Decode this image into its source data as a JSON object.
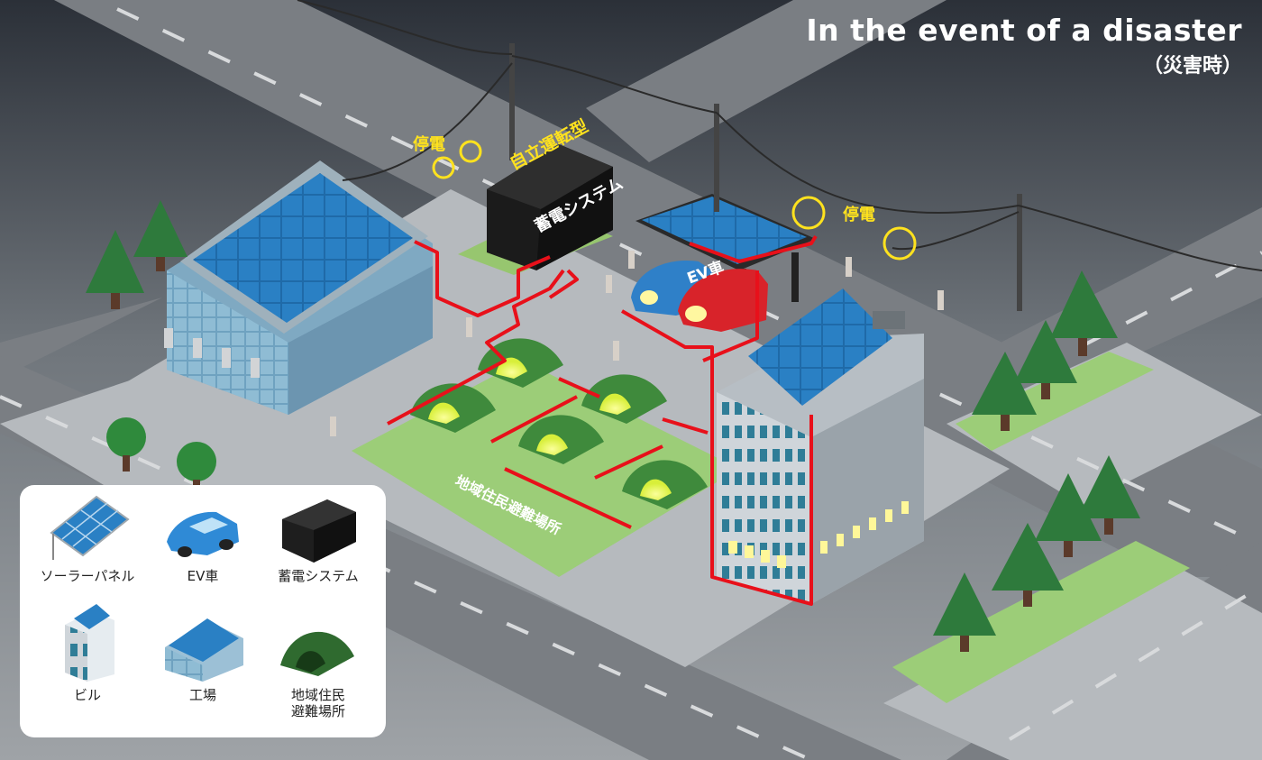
{
  "title": {
    "main": "In the event of a disaster",
    "sub": "（災害時）"
  },
  "labels": {
    "outage_left": "停電",
    "outage_right": "停電",
    "storage_top": "自立運転型",
    "storage_main": "蓄電システム",
    "ev": "EV車",
    "shelter": "地域住民避難場所"
  },
  "legend": {
    "items": [
      {
        "icon": "solar-panel-icon",
        "label": "ソーラーパネル"
      },
      {
        "icon": "ev-car-icon",
        "label": "EV車"
      },
      {
        "icon": "storage-system-icon",
        "label": "蓄電システム"
      },
      {
        "icon": "building-icon",
        "label": "ビル"
      },
      {
        "icon": "factory-icon",
        "label": "工場"
      },
      {
        "icon": "tent-icon",
        "label_line1": "地域住民",
        "label_line2": "避難場所"
      }
    ]
  },
  "colors": {
    "power_line": "#e8101a",
    "highlight": "#ffe21e",
    "solar_panel": "#1d5a96",
    "grass": "#9fce7c",
    "tent": "#3f8a3c",
    "tent_glow": "#f4ff6a",
    "ground": "#b4b8bc",
    "road": "#7b7f84"
  }
}
